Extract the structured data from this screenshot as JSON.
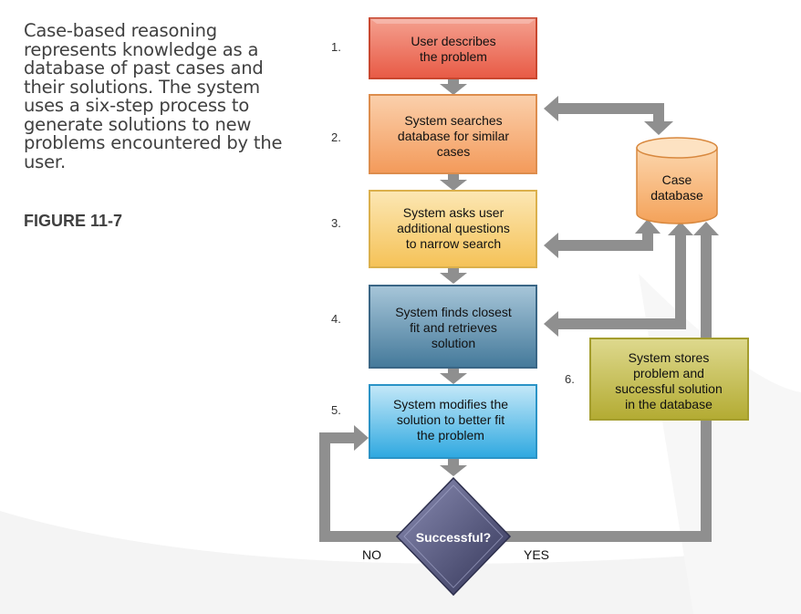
{
  "caption": "Case-based reasoning represents knowledge as a database of past cases and their solutions. The system uses a six-step process to generate solutions to new problems encountered by the user.",
  "figure_label": "FIGURE 11-7",
  "steps": [
    {
      "number": "1.",
      "lines": [
        "User describes",
        "the problem"
      ]
    },
    {
      "number": "2.",
      "lines": [
        "System searches",
        "database for similar",
        "cases"
      ]
    },
    {
      "number": "3.",
      "lines": [
        "System asks user",
        "additional questions",
        "to narrow search"
      ]
    },
    {
      "number": "4.",
      "lines": [
        "System finds closest",
        "fit and retrieves",
        "solution"
      ]
    },
    {
      "number": "5.",
      "lines": [
        "System modifies the",
        "solution to better fit",
        "the problem"
      ]
    },
    {
      "number": "6.",
      "lines": [
        "System stores",
        "problem and",
        "successful solution",
        "in the database"
      ]
    }
  ],
  "database": {
    "lines": [
      "Case",
      "database"
    ]
  },
  "decision": {
    "label": "Successful?",
    "no_label": "NO",
    "yes_label": "YES"
  },
  "colors": {
    "step1": "#ee6f5c",
    "step2": "#f7b27a",
    "step3": "#f9d684",
    "step4": "#5f95b4",
    "step5": "#5cbde8",
    "step6": "#c4bd4e",
    "database": "#f8b872",
    "arrow": "#8f8f8f",
    "decision": "#4b4d78"
  }
}
